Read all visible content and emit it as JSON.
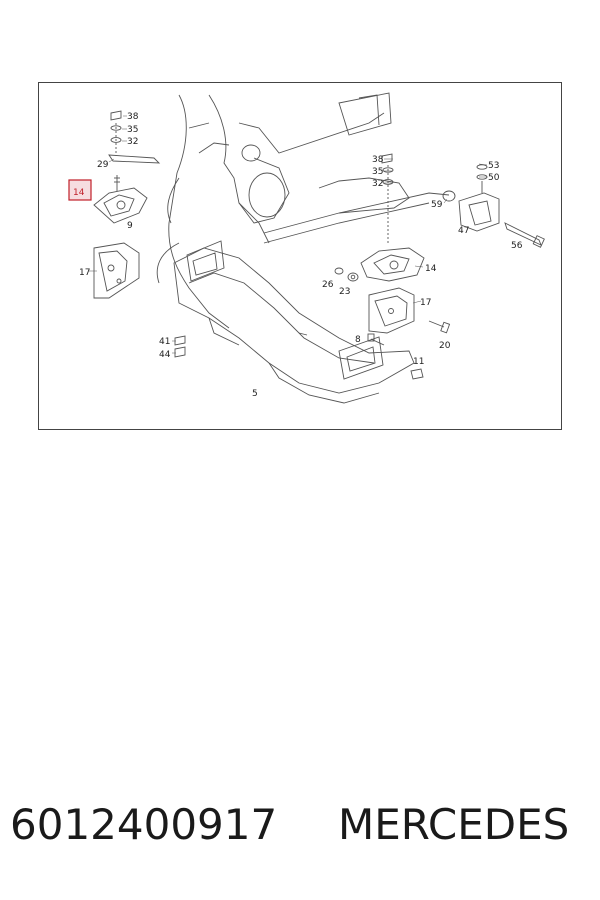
{
  "diagram": {
    "highlight_color": "#c0202a",
    "line_color": "#555555",
    "callouts": {
      "c14a": "14",
      "c38a": "38",
      "c35a": "35",
      "c32a": "32",
      "c29": "29",
      "c9": "9",
      "c17a": "17",
      "c41": "41",
      "c44": "44",
      "c38b": "38",
      "c35b": "35",
      "c32b": "32",
      "c53": "53",
      "c50": "50",
      "c59": "59",
      "c47": "47",
      "c56": "56",
      "c14b": "14",
      "c26": "26",
      "c23": "23",
      "c17b": "17",
      "c20": "20",
      "c8": "8",
      "c11": "11",
      "c5": "5"
    }
  },
  "footer": {
    "part_number": "6012400917",
    "brand": "MERCEDES"
  }
}
